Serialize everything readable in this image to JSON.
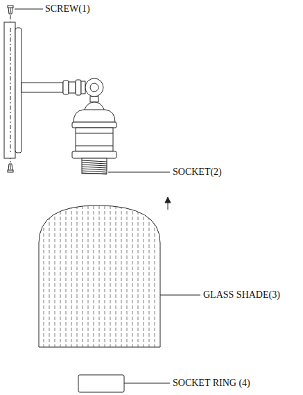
{
  "diagram": {
    "labels": [
      "SCREW(1)",
      "SOCKET(2)",
      "GLASS SHADE(3)",
      "SOCKET RING (4)"
    ]
  }
}
